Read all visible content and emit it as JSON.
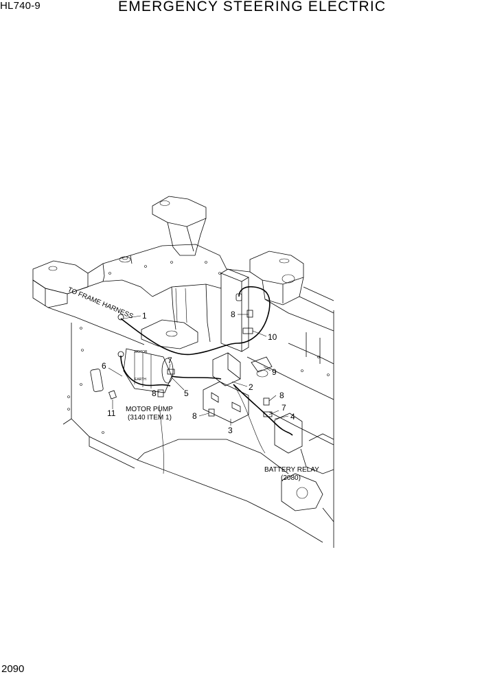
{
  "header": {
    "model": "HL740-9",
    "title": "EMERGENCY STEERING ELECTRIC"
  },
  "footer": {
    "page_number": "2090"
  },
  "diagram": {
    "harness_note": "TO FRAME HARNESS",
    "callouts": [
      "1",
      "2",
      "3",
      "4",
      "5",
      "6",
      "7",
      "7",
      "8",
      "8",
      "8",
      "8",
      "9",
      "10",
      "11"
    ],
    "motor_pump_label": "MOTOR PUMP",
    "motor_pump_ref": "(3140 ITEM 1)",
    "battery_relay_label": "BATTERY RELAY",
    "battery_relay_ref": "(2080)",
    "motor_tag_1": "MOTOR",
    "motor_tag_2": "EARTH"
  }
}
